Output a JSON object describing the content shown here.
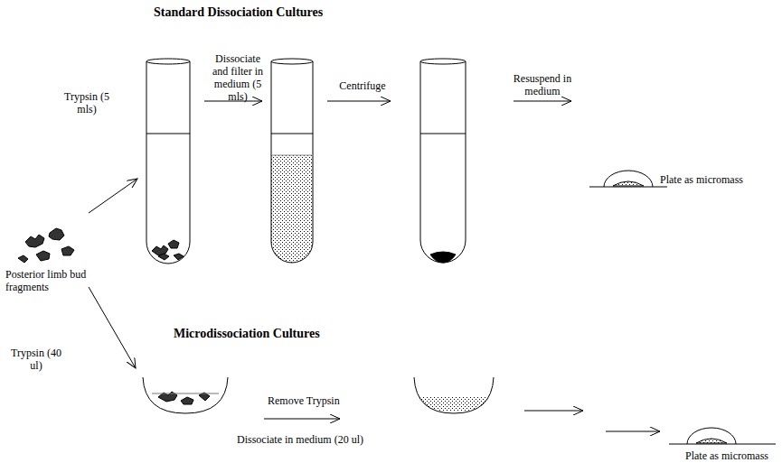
{
  "diagram": {
    "title": "Standard Dissociation Cultures",
    "labels": [
      "Trypsin (5 mls)",
      "Dissociate and filter in medium (5 mls)",
      "Centrifuge",
      "Resuspend in medium",
      "Plate as micromass",
      "Posterior limb bud fragments",
      "Microdissociation Cultures",
      "Trypsin (40 ul)",
      "Remove Trypsin",
      "Dissociate in medium (20 ul)",
      "Plate as micromass"
    ]
  }
}
